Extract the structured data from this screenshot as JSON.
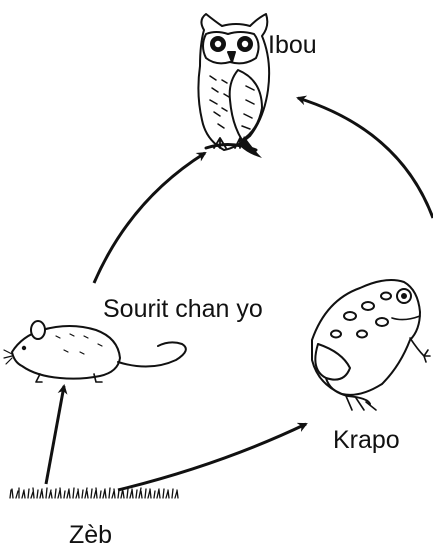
{
  "diagram": {
    "nodes": {
      "owl": {
        "label": "Ibou",
        "icon": "owl-icon"
      },
      "mouse": {
        "label": "Sourit chan yo",
        "icon": "field-mouse-icon"
      },
      "frog": {
        "label": "Krapo",
        "icon": "frog-icon"
      },
      "grass": {
        "label": "Zèb",
        "icon": "grass-icon"
      }
    },
    "edges": [
      {
        "from": "Zèb",
        "to": "Sourit chan yo"
      },
      {
        "from": "Sourit chan yo",
        "to": "Ibou"
      },
      {
        "from": "Zèb",
        "to": "Krapo"
      },
      {
        "from": "Krapo",
        "to": "Ibou"
      }
    ],
    "colors": {
      "ink": "#111111",
      "background": "#ffffff"
    }
  }
}
